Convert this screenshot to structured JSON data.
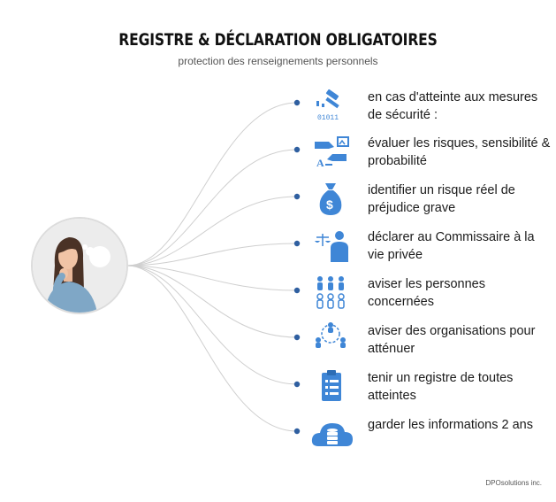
{
  "header": {
    "title": "REGISTRE & DÉCLARATION OBLIGATOIRES",
    "subtitle": "protection des renseignements personnels"
  },
  "accent_color": "#3f86d6",
  "items": [
    {
      "icon": "hammer-binary-icon",
      "text": "en cas  d'atteinte aux mesures de sécurité :",
      "small_label": "01011"
    },
    {
      "icon": "hands-exchange-icon",
      "text": "évaluer les risques, sensibilité & probabilité"
    },
    {
      "icon": "money-bag-icon",
      "text": "identifier un risque réel de préjudice grave"
    },
    {
      "icon": "commissioner-scales-icon",
      "text": "déclarer au Commissaire à la vie privée"
    },
    {
      "icon": "people-group-icon",
      "text": "aviser les personnes concernées"
    },
    {
      "icon": "organization-network-icon",
      "text": "aviser des organisations pour atténuer"
    },
    {
      "icon": "clipboard-list-icon",
      "text": "tenir un registre de toutes atteintes"
    },
    {
      "icon": "cloud-database-icon",
      "text": "garder les informations 2 ans"
    }
  ],
  "footer": {
    "credit": "DPOsolutions inc."
  }
}
